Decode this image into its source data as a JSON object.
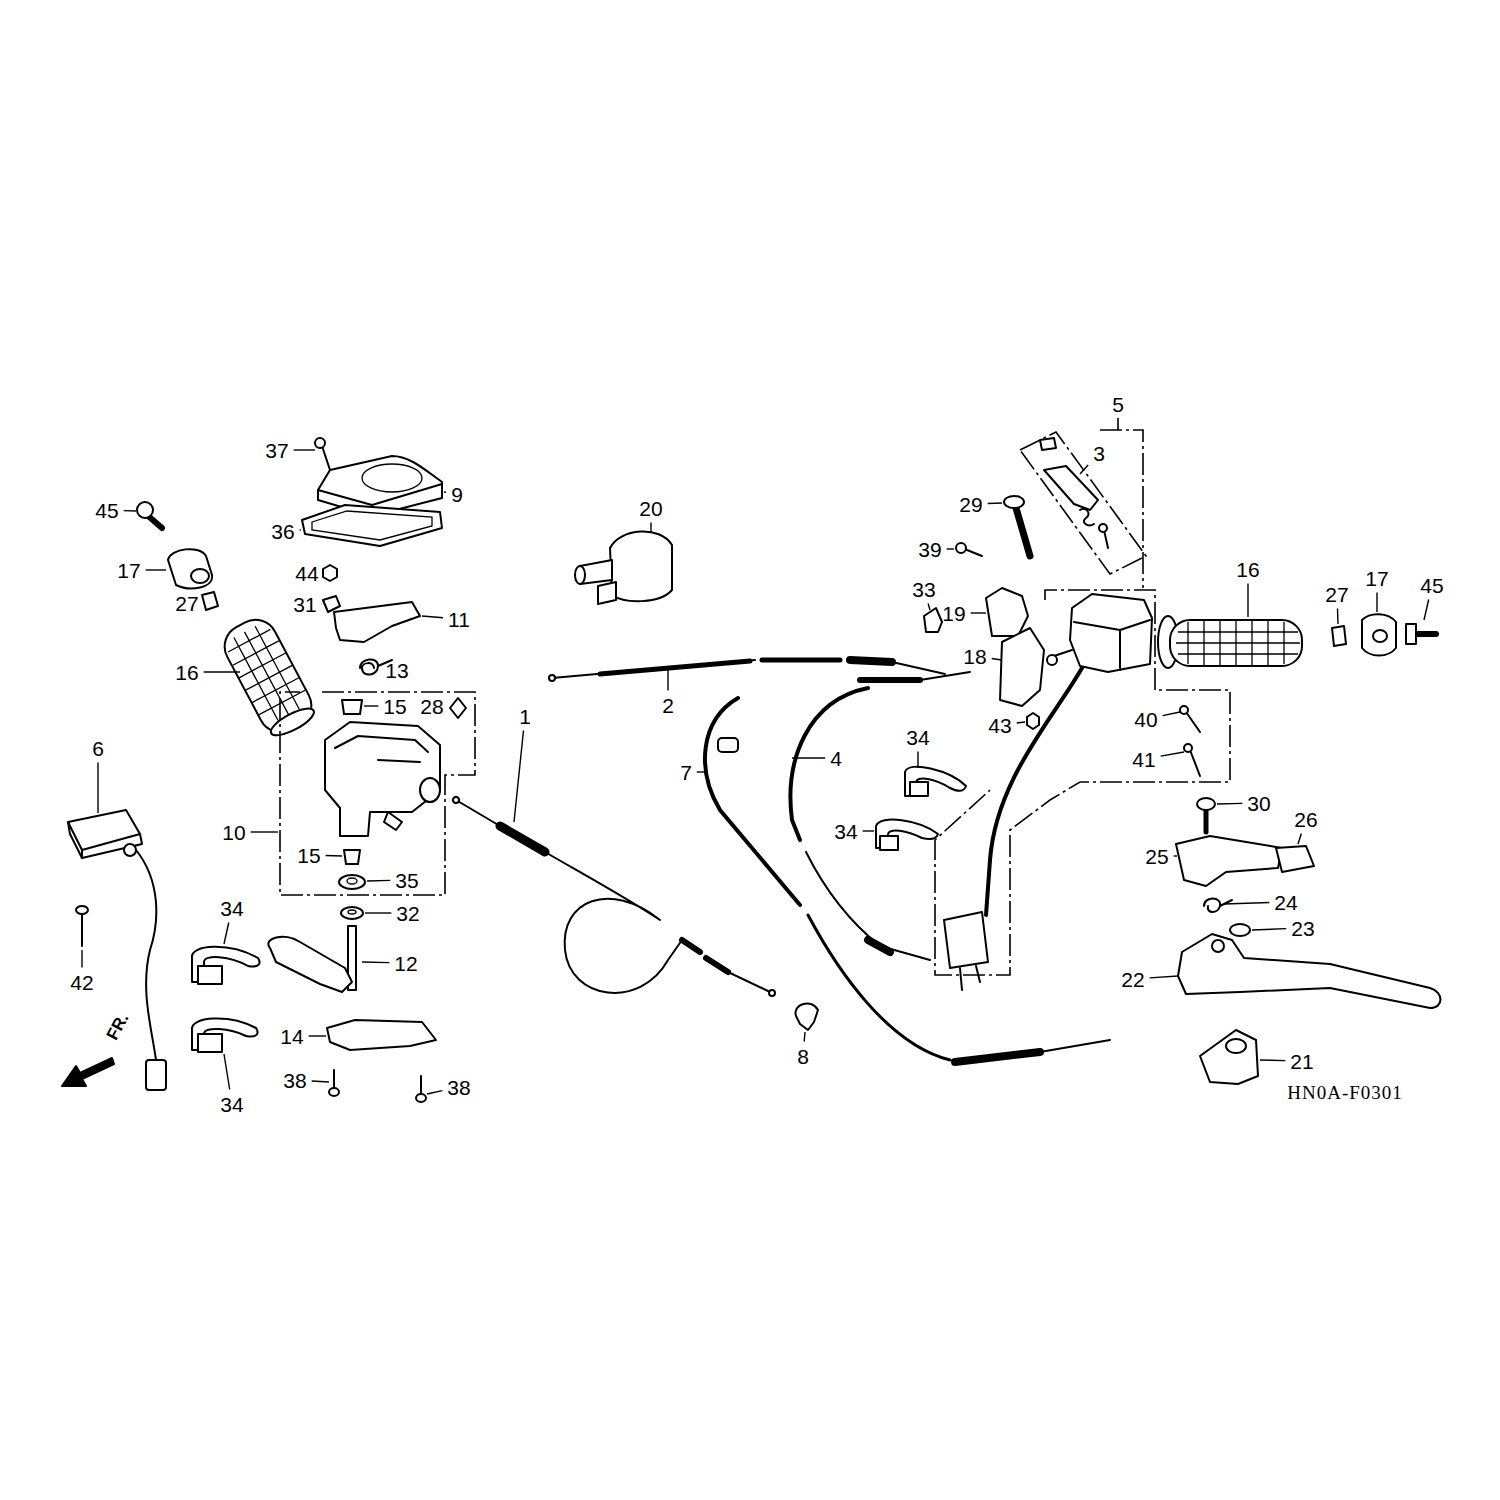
{
  "diagram": {
    "labels": [
      "37",
      "45",
      "9",
      "20",
      "5",
      "3",
      "29",
      "36",
      "39",
      "17",
      "44",
      "16",
      "27",
      "31",
      "17",
      "27",
      "45",
      "33",
      "19",
      "11",
      "13",
      "16",
      "18",
      "2",
      "15",
      "28",
      "43",
      "40",
      "34",
      "7",
      "4",
      "41",
      "6",
      "1",
      "10",
      "34",
      "30",
      "26",
      "25",
      "15",
      "35",
      "34",
      "32",
      "24",
      "23",
      "22",
      "12",
      "42",
      "14",
      "8",
      "21",
      "38",
      "38",
      "34",
      "FR.",
      "HN0A-F0301"
    ]
  }
}
